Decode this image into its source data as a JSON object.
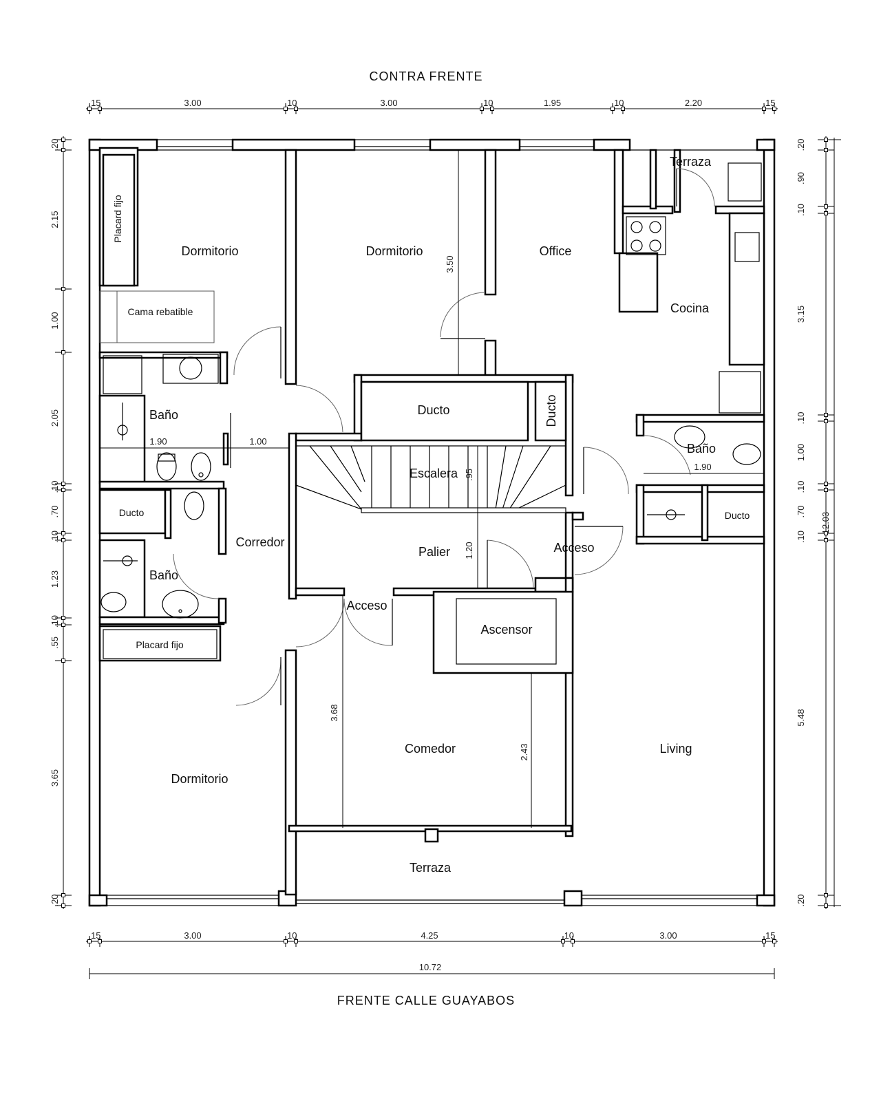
{
  "titles": {
    "top": "CONTRA FRENTE",
    "bottom": "FRENTE CALLE GUAYABOS"
  },
  "rooms": {
    "dormitorio_1": "Dormitorio",
    "dormitorio_2": "Dormitorio",
    "dormitorio_3": "Dormitorio",
    "office": "Office",
    "terraza_top": "Terraza",
    "cocina": "Cocina",
    "ducto_stair": "Ducto",
    "ducto_vertical": "Ducto",
    "ducto_left": "Ducto",
    "ducto_right": "Ducto",
    "escalera": "Escalera",
    "bano_left_1": "Baño",
    "bano_left_2": "Baño",
    "bano_right": "Baño",
    "corredor": "Corredor",
    "palier": "Palier",
    "acceso_right": "Acceso",
    "acceso_left": "Acceso",
    "ascensor": "Ascensor",
    "comedor": "Comedor",
    "living": "Living",
    "terraza_bottom": "Terraza"
  },
  "furniture": {
    "placard_top": "Placard fijo",
    "placard_bottom": "Placard fijo",
    "cama": "Cama rebatible"
  },
  "dimensions": {
    "top": [
      ".15",
      "3.00",
      ".10",
      "3.00",
      ".10",
      "1.95",
      ".10",
      "2.20",
      ".15"
    ],
    "bottom": [
      ".15",
      "3.00",
      ".10",
      "4.25",
      ".10",
      "3.00",
      ".15"
    ],
    "bottom_total": "10.72",
    "left": [
      ".20",
      "2.15",
      "1.00",
      "2.05",
      ".10",
      ".70",
      ".10",
      "1.23",
      ".10",
      ".55",
      "3.65",
      ".20"
    ],
    "right": [
      ".20",
      ".90",
      ".10",
      "3.15",
      ".10",
      "1.00",
      ".10",
      ".70",
      ".10",
      "5.48",
      ".20"
    ],
    "right_total": "12.03",
    "interior": {
      "dorm_height": "3.50",
      "bath_left_width": "1.90",
      "corridor_width": "1.00",
      "bath_right_width": "1.90",
      "stair_width": ".95",
      "palier_depth": "1.20",
      "comedor_depth": "3.68",
      "living_depth": "2.43"
    }
  }
}
